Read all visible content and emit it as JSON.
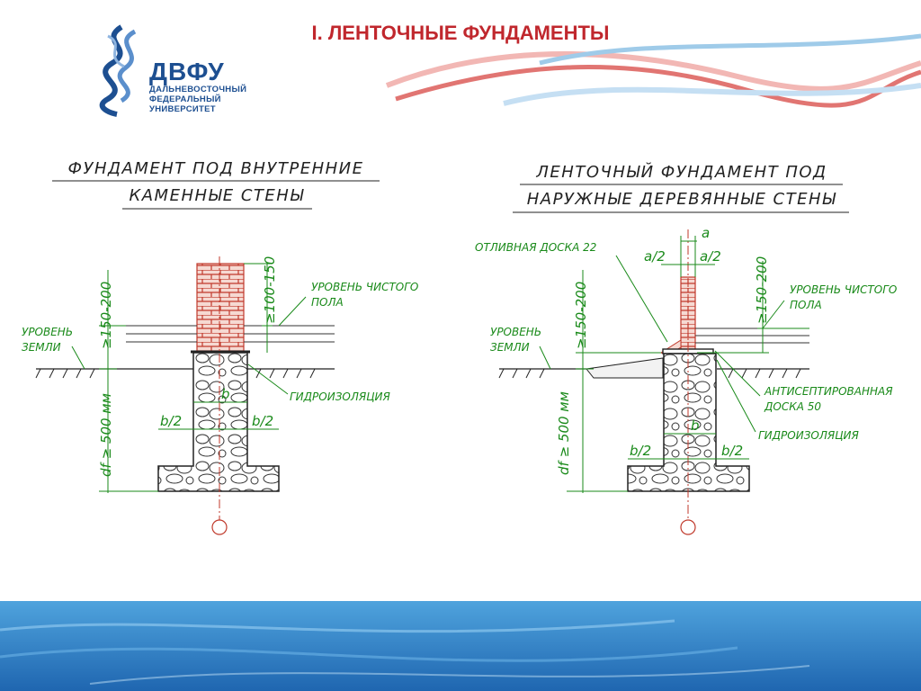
{
  "slide": {
    "title": "I. ЛЕНТОЧНЫЕ ФУНДАМЕНТЫ"
  },
  "logo": {
    "name": "ДВФУ",
    "line1": "ДАЛЬНЕВОСТОЧНЫЙ",
    "line2": "ФЕДЕРАЛЬНЫЙ",
    "line3": "УНИВЕРСИТЕТ"
  },
  "colors": {
    "title": "#c0272d",
    "brand": "#1d4f91",
    "annotation": "#1a8a1a",
    "brick": "#c0392b",
    "footer": "#2f7fc4"
  },
  "left": {
    "caption1": "ФУНДАМЕНТ ПОД ВНУТРЕННИЕ",
    "caption2": "КАМЕННЫЕ СТЕНЫ",
    "dim_top": "≥100-150",
    "dim_side": "≥150-200",
    "floor_label1": "УРОВЕНЬ ЧИСТОГО",
    "floor_label2": "ПОЛА",
    "ground_label1": "УРОВЕНЬ",
    "ground_label2": "ЗЕМЛИ",
    "b": "b",
    "b_half_left": "b/2",
    "b_half_right": "b/2",
    "waterproofing": "ГИДРОИЗОЛЯЦИЯ",
    "depth": "df ≥ 500 мм"
  },
  "right": {
    "caption1": "ЛЕНТОЧНЫЙ ФУНДАМЕНТ ПОД",
    "caption2": "НАРУЖНЫЕ ДЕРЕВЯННЫЕ СТЕНЫ",
    "drip_board": "ОТЛИВНАЯ ДОСКА 22",
    "a": "a",
    "a_half_left": "a/2",
    "a_half_right": "a/2",
    "dim_side": "≥150-200",
    "dim_right": "≥150-200",
    "floor_label1": "УРОВЕНЬ ЧИСТОГО",
    "floor_label2": "ПОЛА",
    "ground_label1": "УРОВЕНЬ",
    "ground_label2": "ЗЕМЛИ",
    "antiseptic1": "АНТИСЕПТИРОВАННАЯ",
    "antiseptic2": "ДОСКА 50",
    "waterproofing": "ГИДРОИЗОЛЯЦИЯ",
    "b": "b",
    "b_half_left": "b/2",
    "b_half_right": "b/2",
    "depth": "df ≥ 500 мм"
  }
}
